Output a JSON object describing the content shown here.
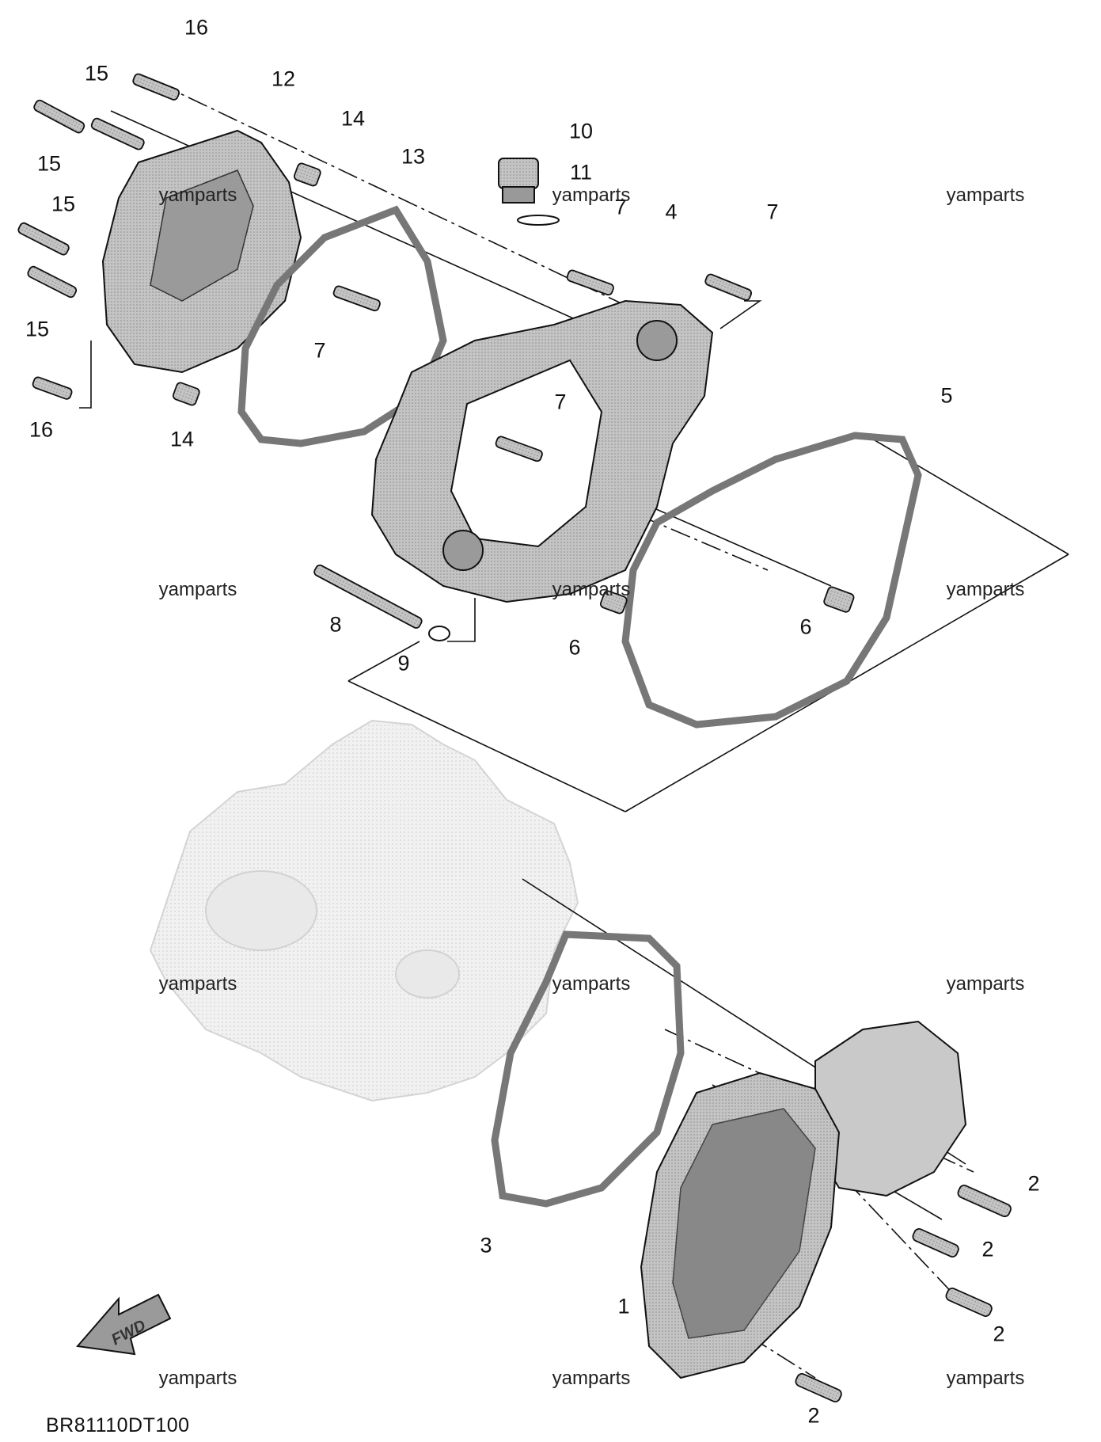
{
  "diagram": {
    "code": "BR81110DT100",
    "fwd_label": "FWD",
    "watermark_text": "yamparts",
    "callouts": [
      "16",
      "15",
      "15",
      "15",
      "15",
      "16",
      "12",
      "14",
      "14",
      "13",
      "10",
      "11",
      "7",
      "4",
      "7",
      "7",
      "7",
      "5",
      "8",
      "9",
      "6",
      "6",
      "2",
      "2",
      "2",
      "2",
      "3",
      "1"
    ],
    "colors": {
      "part_fill": "#b7b7b7",
      "part_dark": "#8a8a8a",
      "gasket": "#9c9c9c",
      "engine_ghost": "#e4e4e4",
      "line": "#111111"
    },
    "icons": [
      "fwd-arrow-icon"
    ]
  }
}
